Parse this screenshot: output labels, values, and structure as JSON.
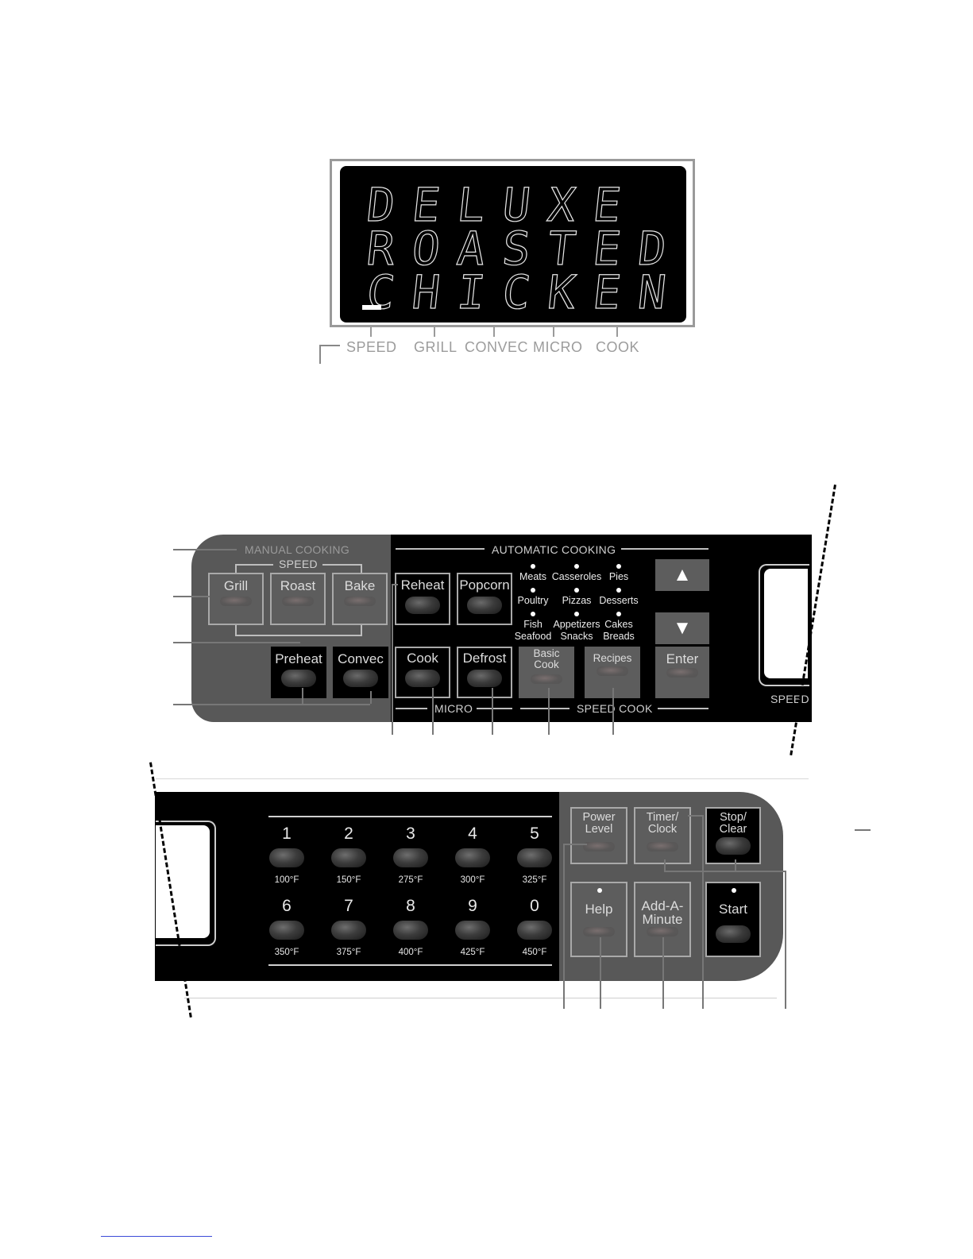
{
  "display": {
    "lines": [
      "DELUXE",
      "ROASTED",
      "CHICKEN"
    ],
    "indicators": [
      "SPEED",
      "GRILL",
      "CONVEC",
      "MICRO",
      "COOK"
    ]
  },
  "upper_panel": {
    "manual_label": "MANUAL COOKING",
    "speed_label": "SPEED",
    "automatic_label": "AUTOMATIC COOKING",
    "micro_label": "MICRO",
    "speed_cook_label": "SPEED COOK",
    "side_label": "SPEED",
    "keys": {
      "grill": "Grill",
      "roast": "Roast",
      "bake": "Bake",
      "reheat": "Reheat",
      "popcorn": "Popcorn",
      "preheat": "Preheat",
      "convec": "Convec",
      "cook": "Cook",
      "defrost": "Defrost",
      "basic_cook_1": "Basic",
      "basic_cook_2": "Cook",
      "recipes": "Recipes",
      "up": "▲",
      "down": "▼",
      "enter": "Enter"
    },
    "food_indicators": [
      [
        "Meats"
      ],
      [
        "Casseroles"
      ],
      [
        "Pies"
      ],
      [
        "Poultry"
      ],
      [
        "Pizzas"
      ],
      [
        "Desserts"
      ],
      [
        "Fish",
        "Seafood"
      ],
      [
        "Appetizers",
        "Snacks"
      ],
      [
        "Cakes",
        "Breads"
      ]
    ]
  },
  "lower_panel": {
    "number_keys": [
      {
        "digit": "1",
        "temp": "100°F"
      },
      {
        "digit": "2",
        "temp": "150°F"
      },
      {
        "digit": "3",
        "temp": "275°F"
      },
      {
        "digit": "4",
        "temp": "300°F"
      },
      {
        "digit": "5",
        "temp": "325°F"
      },
      {
        "digit": "6",
        "temp": "350°F"
      },
      {
        "digit": "7",
        "temp": "375°F"
      },
      {
        "digit": "8",
        "temp": "400°F"
      },
      {
        "digit": "9",
        "temp": "425°F"
      },
      {
        "digit": "0",
        "temp": "450°F"
      }
    ],
    "keys": {
      "power_level_1": "Power",
      "power_level_2": "Level",
      "timer_clock_1": "Timer/",
      "timer_clock_2": "Clock",
      "stop_clear_1": "Stop/",
      "stop_clear_2": "Clear",
      "help": "Help",
      "add_minute_1": "Add-A-",
      "add_minute_2": "Minute",
      "start": "Start"
    }
  }
}
